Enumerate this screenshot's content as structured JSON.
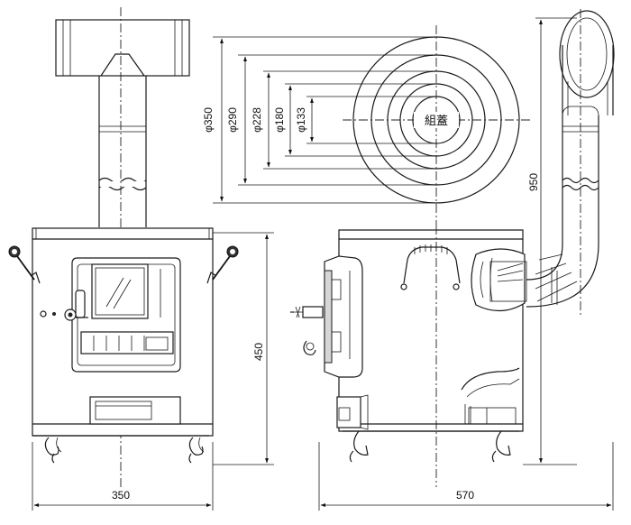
{
  "dimensions": {
    "front_width": "350",
    "side_width": "570",
    "body_height": "450",
    "total_height": "950"
  },
  "lid_diameters": [
    "φ350",
    "φ290",
    "φ228",
    "φ180",
    "φ133"
  ],
  "lid_label": "組蓋"
}
